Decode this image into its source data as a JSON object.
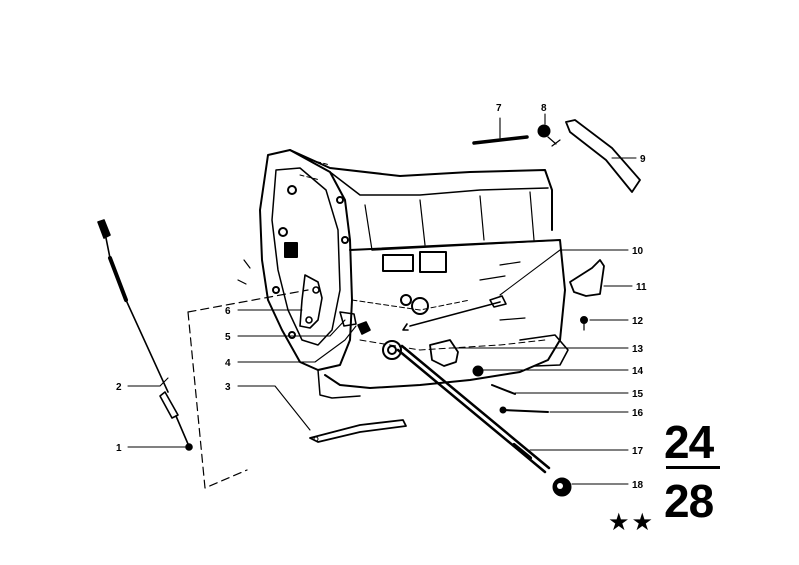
{
  "diagram": {
    "callouts": [
      "1",
      "2",
      "3",
      "4",
      "5",
      "6",
      "7",
      "8",
      "9",
      "10",
      "11",
      "12",
      "13",
      "14",
      "15",
      "16",
      "17",
      "18"
    ],
    "group_top": "24",
    "group_bottom": "28",
    "marker": "★★"
  }
}
